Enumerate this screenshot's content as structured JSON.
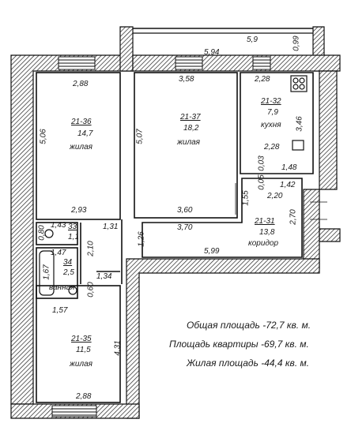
{
  "rooms": [
    {
      "id": "room-21-36",
      "number": "21-36",
      "area": "14,7",
      "name": "жилая"
    },
    {
      "id": "room-21-37",
      "number": "21-37",
      "area": "18,2",
      "name": "жилая"
    },
    {
      "id": "room-21-32",
      "number": "21-32",
      "area": "7,9",
      "name": "кухня"
    },
    {
      "id": "room-21-31",
      "number": "21-31",
      "area": "13,8",
      "name": "коридор"
    },
    {
      "id": "room-21-35",
      "number": "21-35",
      "area": "11,5",
      "name": "жилая"
    },
    {
      "id": "room-33",
      "number": "33",
      "area": "1,1",
      "name": ""
    },
    {
      "id": "room-34",
      "number": "34",
      "area": "2,5",
      "name": "ванная"
    }
  ],
  "dimensions": {
    "balcony_width": "5,9",
    "balcony_depth": "0,99",
    "top_span": "5,94",
    "r36_top": "2,88",
    "r36_height": "5,06",
    "r36_bottom": "2,93",
    "r37_top": "3,58",
    "r37_height": "5,07",
    "r37_bottom": "3,60",
    "kitchen_top": "2,28",
    "kitchen_height": "3,46",
    "kitchen_mid": "2,28",
    "kitchen_bottom": "1,48",
    "kitchen_step": "0,03",
    "kitchen_step2": "0,05",
    "corr_top": "1,42",
    "corr_top2": "2,20",
    "corr_side_left": "1,55",
    "corr_side_right": "2,70",
    "corr_mid": "3,70",
    "corr_bottom": "5,99",
    "corr_vert": "1,26",
    "wc_top": "1,43",
    "wc_side": "0,80",
    "wc_right": "1,31",
    "bath_top": "1,47",
    "bath_side": "1,67",
    "bath_right": "2,10",
    "bath_bottom_side": "0,60",
    "bath_bottom": "1,34",
    "r35_top": "1,57",
    "r35_height": "4,31",
    "r35_bottom": "2,88"
  },
  "summary": {
    "total": "Общая площадь -72,7 кв. м.",
    "apartment": "Площадь квартиры -69,7 кв. м.",
    "living": "Жилая площадь -44,4 кв. м."
  }
}
